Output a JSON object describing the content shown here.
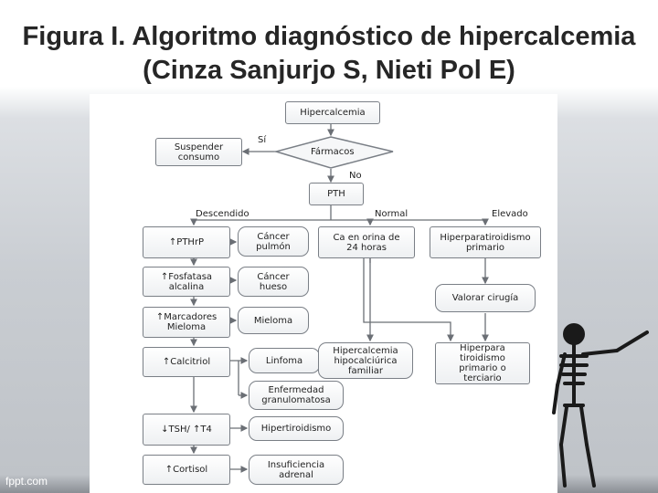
{
  "slide": {
    "title": "Figura I. Algoritmo diagnóstico de hipercalcemia (Cinza Sanjurjo S, Nieti Pol E)",
    "footer": "fppt.com"
  },
  "flowchart": {
    "nodes": {
      "hipercalcemia": "Hipercalcemia",
      "farmacos": "Fármacos",
      "suspender": "Suspender\nconsumo",
      "pth": "PTH",
      "pthrp": "↑PTHrP",
      "cancer_pulmon": "Cáncer\npulmón",
      "ca_orina": "Ca en orina de\n24 horas",
      "hiperpara_primario": "Hiperparatiroidismo\nprimario",
      "fosfatasa": "↑Fosfatasa\nalcalina",
      "cancer_hueso": "Cáncer\nhueso",
      "valorar_cirugia": "Valorar cirugía",
      "marcadores": "↑Marcadores\nMieloma",
      "mieloma": "Mieloma",
      "calcitriol": "↑Calcitriol",
      "linfoma": "Linfoma",
      "hipo_familiar": "Hipercalcemia\nhipocalciúrica\nfamiliar",
      "hiperpara_terciario": "Hiperpara\ntiroidismo\nprimario o\nterciario",
      "granulomatosa": "Enfermedad\ngranulomatosa",
      "tsh": "↓TSH/ ↑T4",
      "hipertiroidismo": "Hipertiroidismo",
      "cortisol": "↑Cortisol",
      "insuficiencia": "Insuficiencia\nadrenal"
    },
    "edge_labels": {
      "si": "Sí",
      "no": "No",
      "descendido": "Descendido",
      "normal": "Normal",
      "elevado": "Elevado"
    },
    "colors": {
      "border": "#7a7f86",
      "line": "#6b6f75"
    }
  }
}
